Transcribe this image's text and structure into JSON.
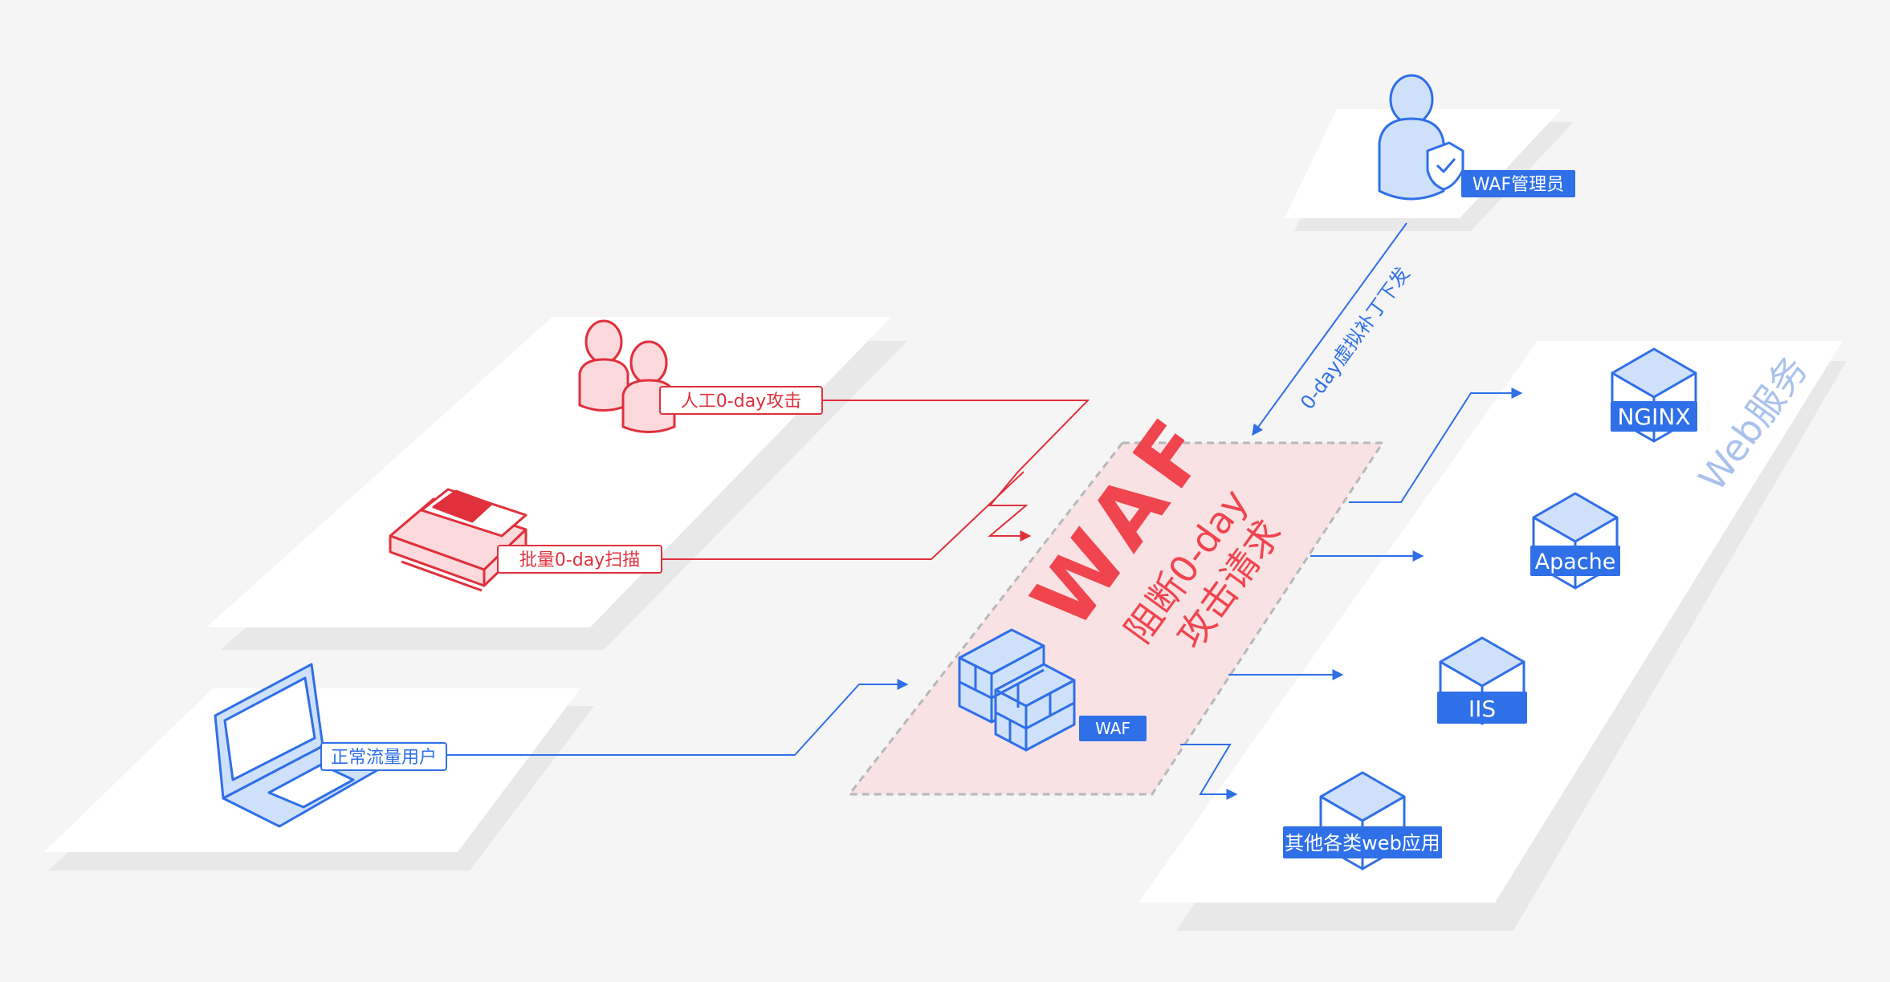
{
  "labels": {
    "admin": "WAF管理员",
    "patch": "0-day虚拟补丁下发",
    "manual_attack": "人工0-day攻击",
    "batch_scan": "批量0-day扫描",
    "normal_user": "正常流量用户",
    "waf_big": "WAF",
    "block_line1": "阻断0-day",
    "block_line2": "攻击请求",
    "waf_small": "WAF",
    "web_service": "Web服务"
  },
  "services": [
    "NGINX",
    "Apache",
    "IIS",
    "其他各类web应用"
  ],
  "colors": {
    "background": "#f5f5f5",
    "panel": "#ffffff",
    "panel_shadow": "#e8e8e8",
    "attack_red": "#e0303c",
    "normal_blue": "#2f6fe8",
    "waf_fill": "#f9e2e4",
    "waf_text": "#f0454f",
    "web_label": "#a9c1ec"
  },
  "icons": {
    "admin": "user-shield-icon",
    "attackers": "users-icon",
    "scanner": "scanner-icon",
    "laptop": "laptop-icon",
    "firewall": "brick-wall-icon",
    "server": "cube-icon"
  }
}
